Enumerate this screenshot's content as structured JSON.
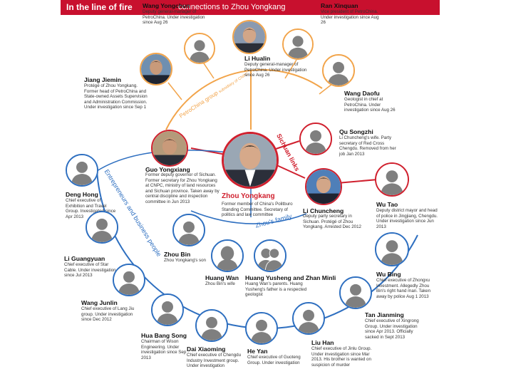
{
  "header": {
    "title": "In the line of fire",
    "subtitle": "connections to Zhou Yongkang"
  },
  "groups": {
    "petrochina": "PetroChina group",
    "petrochina_note": "subsidiary of CNPC",
    "sichuan": "Sichuan links",
    "family": "Zhou's family",
    "entrepreneurs": "Entrepreneurs and business people"
  },
  "people": {
    "zhou": {
      "name": "Zhou Yongkang",
      "desc": "Former member of China's Politburo Standing Committee. Secretary of politics and law committee"
    },
    "wang_yc": {
      "name": "Wang Yongchun",
      "desc": "Deputy general-manager of PetroChina. Under investigation since Aug 26"
    },
    "li_hualin": {
      "name": "Li Hualin",
      "desc": "Deputy general-manager of PetroChina. Under investigation since Aug 26"
    },
    "ran": {
      "name": "Ran Xinquan",
      "desc": "Vice president of PetroChina. Under investigation since Aug 26"
    },
    "jiang": {
      "name": "Jiang Jiemin",
      "desc": "Protégé of Zhou Yongkang. Former head of PetroChina and State-owned Assets Supervision and Administration Commission. Under investigation since Sep 1"
    },
    "wang_df": {
      "name": "Wang Daofu",
      "desc": "Geologist in chief at PetroChina. Under investigation since Aug 26"
    },
    "qu": {
      "name": "Qu Songzhi",
      "desc": "Li Chuncheng's wife. Party secretary of Red Cross Chengdu. Removed from her job Jan 2013"
    },
    "guo": {
      "name": "Guo Yongxiang",
      "desc": "Former deputy governor of Sichuan. Former secretary for Zhou Yongkang at CNPC, ministry of land resources and Sichuan province. Taken away by central discipline and inspection committee in Jun 2013"
    },
    "li_cc": {
      "name": "Li Chuncheng",
      "desc": "Deputy party secretary in Sichuan. Protégé of Zhou Yongkang. Arrested Dec 2012"
    },
    "deng": {
      "name": "Deng Hong",
      "desc": "Chief executive of Exhibition and Travel Group. Investigated since Apr 2013"
    },
    "wu_tao": {
      "name": "Wu Tao",
      "desc": "Deputy district mayor and head of police in Jingjiang, Chengdu. Under investigation since Jun 2013"
    },
    "zhou_bin": {
      "name": "Zhou Bin",
      "desc": "Zhou Yongkang's son"
    },
    "huang_wan": {
      "name": "Huang Wan",
      "desc": "Zhou Bin's wife"
    },
    "huang_ys": {
      "name": "Huang Yusheng and Zhan Minli",
      "desc": "Huang Wan's parents. Huang Yusheng's father is a respected geologist"
    },
    "li_gy": {
      "name": "Li Guangyuan",
      "desc": "Chief executive of Star Cable. Under investigation since Jul 2013"
    },
    "wu_bing": {
      "name": "Wu Bing",
      "desc": "Chief executive of Zhongxu Investment. Allegedly Zhou Bin's right hand man. Taken away by police Aug 1 2013"
    },
    "wang_jl": {
      "name": "Wang Junlin",
      "desc": "Chief executive of Lang Jiu group. Under investigation since Dec 2012"
    },
    "tan": {
      "name": "Tan Jianming",
      "desc": "Chief executive of Xingrong Group. Under investigation since Apr 2013. Officially sacked in Sept 2013"
    },
    "hua": {
      "name": "Hua Bang Song",
      "desc": "Chairman of Wison Engineering. Under investigation since Sep 2013"
    },
    "dai": {
      "name": "Dai Xiaoming",
      "desc": "Chief executive of Chengdu Industry Investment group. Under investigation"
    },
    "he_yan": {
      "name": "He Yan",
      "desc": "Chief executive of Guoteng Group. Under investigation"
    },
    "liu_han": {
      "name": "Liu Han",
      "desc": "Chief executive of Jinlu Group. Under investigation since Mar 2013. His brother is wanted on suspicion of murder"
    }
  },
  "colors": {
    "header": "#c8102e",
    "family": "#2e6fc0",
    "sichuan": "#d0202e",
    "petrochina": "#f2a44a"
  },
  "icons": {
    "person": "person-silhouette-icon",
    "photo": "portrait-photo-icon",
    "couple": "couple-silhouette-icon"
  }
}
